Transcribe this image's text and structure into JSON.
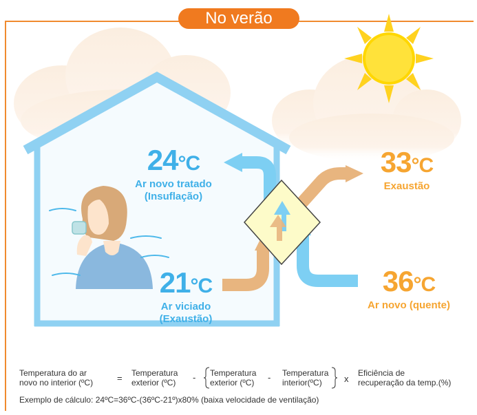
{
  "title": "No verão",
  "labels": {
    "treated": {
      "temp": "24",
      "unit": "°C",
      "line1": "Ar novo tratado",
      "line2": "(Insuflação)"
    },
    "exhaust_out": {
      "temp": "33",
      "unit": "°C",
      "line1": "Exaustão"
    },
    "stale": {
      "temp": "21",
      "unit": "°C",
      "line1": "Ar viciado",
      "line2": "(Exaustão)"
    },
    "fresh": {
      "temp": "36",
      "unit": "°C",
      "line1": "Ar novo (quente)"
    }
  },
  "formula": {
    "term1_line1": "Temperatura do ar",
    "term1_line2": "novo no interior (ºC)",
    "eq": "=",
    "term2_line1": "Temperatura",
    "term2_line2": "exterior (ºC)",
    "minus1": "-",
    "term3_line1": "Temperatura",
    "term3_line2": "exterior (ºC)",
    "minus2": "-",
    "term4_line1": "Temperatura",
    "term4_line2": "interior(ºC)",
    "times": "x",
    "term5_line1": "Eficiência de",
    "term5_line2": "recuperação da temp.(%)",
    "example": "Exemplo de cálculo: 24ºC=36ºC-(36ºC-21º)x80% (baixa velocidade de ventilação)"
  },
  "colors": {
    "blue": "#3fb0e8",
    "orange": "#f6a531",
    "arrow_orange": "#e8b57f",
    "frame": "#f08a2e"
  }
}
